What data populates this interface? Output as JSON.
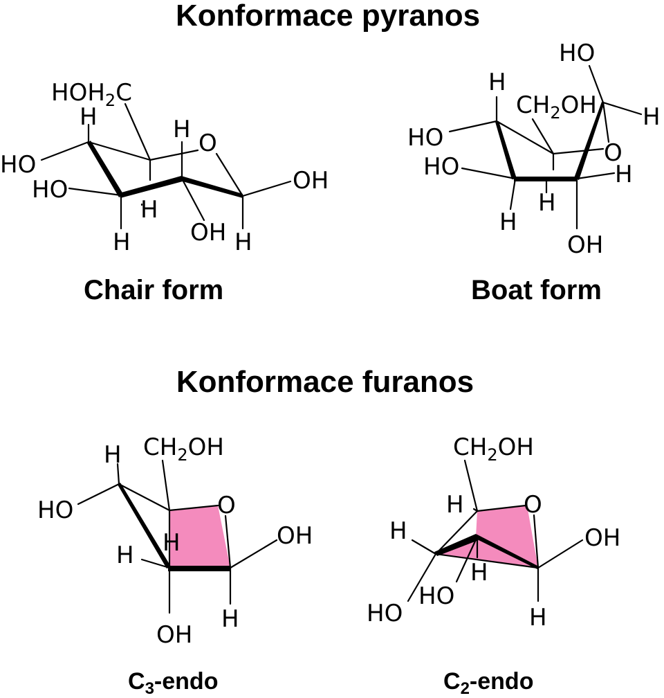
{
  "titles": {
    "pyranose": "Konformace pyranos",
    "furanose": "Konformace furanos"
  },
  "chair": {
    "label": "Chair form",
    "hoh2c": "HOH",
    "hoh2c_sub": "2",
    "hoh2c_end": "C",
    "h_top_left": "H",
    "h_top_mid": "H",
    "o_ring": "O",
    "ho_left1": "HO",
    "ho_left2": "HO",
    "oh_right": "OH",
    "h_mid": "H",
    "h_bottom_left": "H",
    "oh_bottom": "OH",
    "h_bottom_right": "H"
  },
  "boat": {
    "label": "Boat form",
    "ho_top": "HO",
    "h_top": "H",
    "ch2oh": "CH",
    "ch2oh_sub": "2",
    "ch2oh_end": "OH",
    "h_right_top": "H",
    "ho_left1": "HO",
    "o_ring": "O",
    "ho_left2": "HO",
    "h_right_mid": "H",
    "h_bottom_mid": "H",
    "h_bottom_left": "H",
    "oh_bottom": "OH"
  },
  "c3endo": {
    "label_c": "C",
    "label_sub": "3",
    "label_end": "-endo",
    "h_top": "H",
    "ch2oh": "CH",
    "ch2oh_sub": "2",
    "ch2oh_end": "OH",
    "ho_left": "HO",
    "o_ring": "O",
    "oh_right": "OH",
    "h_inner": "H",
    "h_left": "H",
    "oh_bottom": "OH",
    "h_bottom": "H"
  },
  "c2endo": {
    "label_c": "C",
    "label_sub": "2",
    "label_end": "-endo",
    "ch2oh": "CH",
    "ch2oh_sub": "2",
    "ch2oh_end": "OH",
    "h_top": "H",
    "o_ring": "O",
    "h_left": "H",
    "oh_right": "OH",
    "h_inner": "H",
    "ho_inner": "HO",
    "ho_left": "HO",
    "h_bottom": "H"
  },
  "colors": {
    "ring_fill": "#f48bbd",
    "ink": "#000000",
    "background": "#ffffff"
  }
}
